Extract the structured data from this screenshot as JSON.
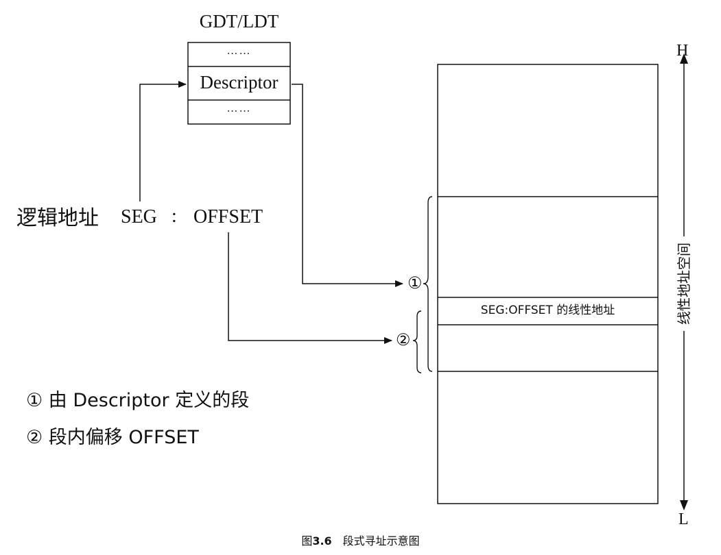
{
  "table": {
    "title": "GDT/LDT",
    "rows": [
      "……",
      "Descriptor",
      "……"
    ]
  },
  "logical_address": {
    "label": "逻辑地址",
    "seg": "SEG",
    "colon": ":",
    "offset": "OFFSET"
  },
  "memory": {
    "highlight_label": "SEG:OFFSET 的线性地址",
    "axis_high": "H",
    "axis_low": "L",
    "axis_label": "线性地址空间"
  },
  "markers": {
    "one": "①",
    "two": "②"
  },
  "legend": [
    "① 由 Descriptor 定义的段",
    "② 段内偏移 OFFSET"
  ],
  "caption": {
    "prefix": "图",
    "number": "3.6",
    "text": "段式寻址示意图"
  },
  "colors": {
    "stroke": "#111111",
    "background": "#ffffff"
  }
}
